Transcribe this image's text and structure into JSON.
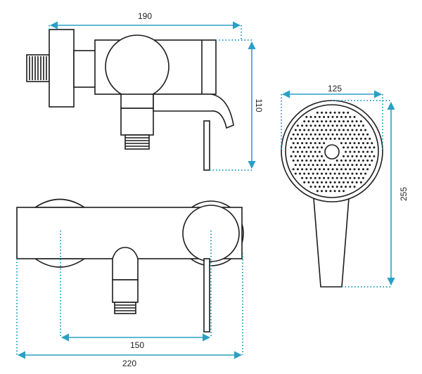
{
  "dimensions": {
    "side_width": "190",
    "side_height": "110",
    "head_diameter": "125",
    "shower_length": "255",
    "centers": "150",
    "overall_width": "220"
  },
  "colors": {
    "dimension_line": "#2aa0c4",
    "outline": "#1c1c1c",
    "background": "#ffffff"
  }
}
